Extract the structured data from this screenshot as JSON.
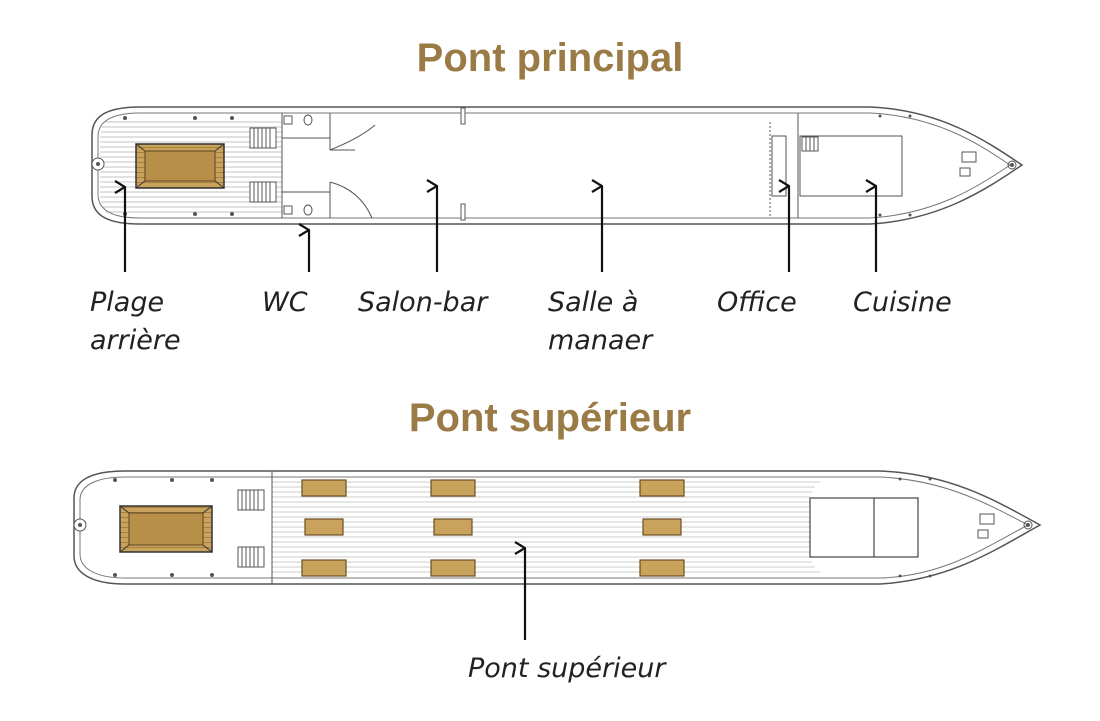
{
  "diagram": {
    "decks": [
      {
        "title": "Pont principal",
        "labels": [
          "Plage\narrière",
          "WC",
          "Salon-bar",
          "Salle à\nmanaer",
          "Office",
          "Cuisine"
        ]
      },
      {
        "title": "Pont supérieur",
        "labels": [
          "Pont supérieur"
        ]
      }
    ],
    "colors": {
      "title": "#9a7a45",
      "hatch_fill": "#c9a25c",
      "hatch_dark": "#8a6a30",
      "outline": "#555555"
    }
  }
}
